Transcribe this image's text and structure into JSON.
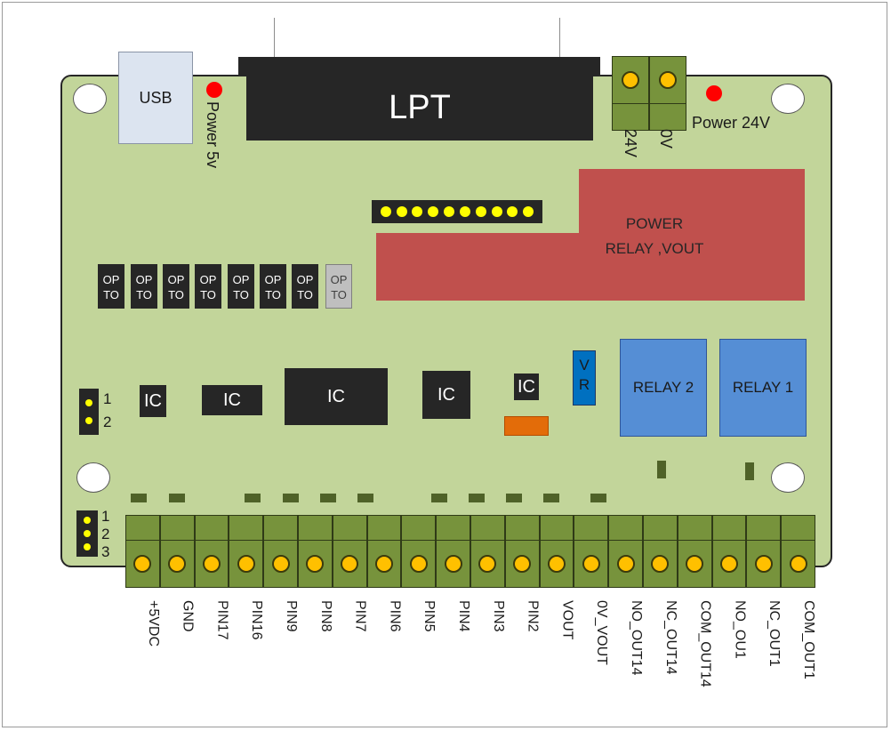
{
  "usb_label": "USB",
  "lpt_label": "LPT",
  "power_5v_label": "Power 5v",
  "power_24v_label": "Power 24V",
  "power_terminal_labels": [
    "24V",
    "0V"
  ],
  "relay_power_lines": [
    "POWER",
    "RELAY ,VOUT"
  ],
  "opto_label_lines": [
    "OP",
    "TO"
  ],
  "opto_count": 8,
  "ic_label": "IC",
  "vr_lines": [
    "V",
    "R"
  ],
  "relays": [
    "RELAY 2",
    "RELAY 1"
  ],
  "jumper_2pin_labels": [
    "1",
    "2"
  ],
  "jumper_3pin_labels": [
    "1",
    "2",
    "3"
  ],
  "terminal_labels": [
    "+5VDC",
    "GND",
    "PIN17",
    "PIN16",
    "PIN9",
    "PIN8",
    "PIN7",
    "PIN6",
    "PIN5",
    "PIN4",
    "PIN3",
    "PIN2",
    "VOUT",
    "0V_VOUT",
    "NO_OUT14",
    "NC_OUT14",
    "COM_OUT14",
    "NO_OU1",
    "NC_OUT1",
    "COM_OUT1"
  ],
  "colors": {
    "board": "#c2d59a",
    "terminal": "#77933c",
    "screw": "#ffc000",
    "relay": "#558ed5",
    "relay_power_area": "#c0504d",
    "led": "#ff0000",
    "vr": "#0070c0",
    "chip": "#262626"
  }
}
